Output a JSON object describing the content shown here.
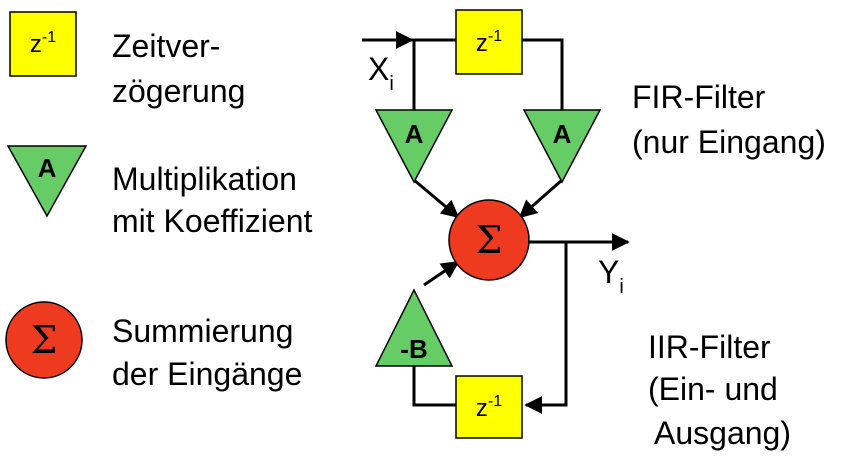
{
  "legend": {
    "delay": {
      "symbol_base": "z",
      "symbol_exp": "-1",
      "line1": "Zeitver-",
      "line2": "zögerung"
    },
    "multiply": {
      "symbol": "A",
      "line1": "Multiplikation",
      "line2": "mit Koeffizient"
    },
    "sum": {
      "symbol": "Σ",
      "line1": "Summierung",
      "line2": "der Eingänge"
    }
  },
  "diagram": {
    "input_base": "X",
    "input_sub": "i",
    "output_base": "Y",
    "output_sub": "i",
    "delay_base": "z",
    "delay_exp": "-1",
    "coef_a": "A",
    "coef_b": "-B",
    "sum_symbol": "Σ",
    "fir_line1": "FIR-Filter",
    "fir_line2": "(nur Eingang)",
    "iir_line1": "IIR-Filter",
    "iir_line2": "(Ein- und",
    "iir_line3": "Ausgang)"
  },
  "colors": {
    "delay_fill": "#ffff00",
    "triangle_fill": "#66cc66",
    "sum_fill": "#ee3a1f",
    "stroke": "#000000"
  }
}
